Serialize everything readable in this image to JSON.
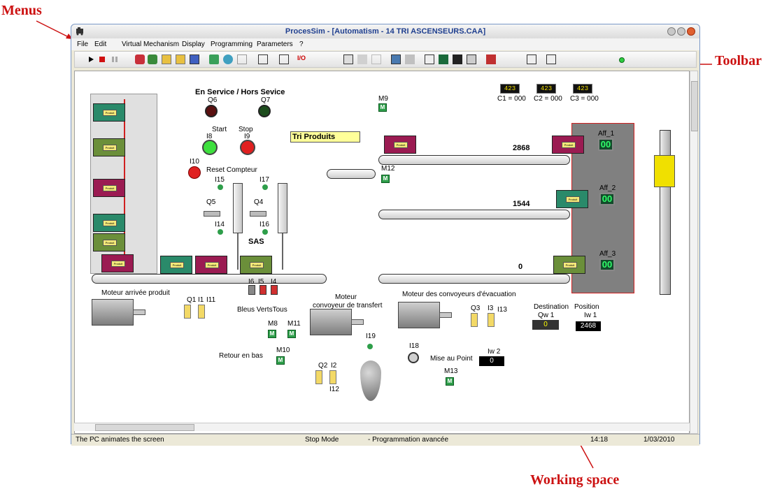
{
  "annotations": {
    "menus": "Menus",
    "toolbar": "Toolbar",
    "working_space": "Working space"
  },
  "window": {
    "title": "ProcesSim - [Automatism - 14 TRI ASCENSEURS.CAA]"
  },
  "menu": {
    "items": [
      "File",
      "Edit",
      "Virtual Mechanism",
      "Display",
      "Programming",
      "Parameters",
      "?"
    ]
  },
  "workspace": {
    "title_service": "En Service /  Hors Sevice",
    "tri_produits": "Tri Produits",
    "q6": "Q6",
    "q7": "Q7",
    "start": "Start",
    "stop": "Stop",
    "i8": "I8",
    "i9": "I9",
    "i10": "I10",
    "reset_compteur": "Reset Compteur",
    "i15": "I15",
    "i17": "I17",
    "q5": "Q5",
    "q4": "Q4",
    "i14": "I14",
    "i16": "I16",
    "sas": "SAS",
    "m9": "M9",
    "m12": "M12",
    "m8": "M8",
    "m11": "M11",
    "m10": "M10",
    "m13": "M13",
    "i6": "I6",
    "i5": "I5",
    "i4": "I4",
    "bleus_verts_tous": "Bleus  VertsTous",
    "moteur_arrivee": "Moteur arrivée produit",
    "q1": "Q1",
    "i1": "I1",
    "i11": "I11",
    "moteur_transfert_1": "Moteur",
    "moteur_transfert_2": "convoyeur de transfert",
    "moteur_evac": "Moteur des convoyeurs d'évacuation",
    "q3": "Q3",
    "i3": "I3",
    "i13": "I13",
    "retour_en_bas": "Retour en bas",
    "q2": "Q2",
    "i2": "I2",
    "i12": "I12",
    "i19": "I19",
    "i18": "I18",
    "mise_au_point": "Mise au Point",
    "destination": "Destination",
    "position": "Position",
    "qw1": "Qw 1",
    "qw1_value": "0",
    "iw1": "Iw 1",
    "iw1_value": "2468",
    "iw2": "Iw 2",
    "iw2_value": "0",
    "c1": "C1 = 000",
    "c2": "C2 = 000",
    "c3": "C3 = 000",
    "counter_display": "423",
    "aff1": "Aff_1",
    "aff2": "Aff_2",
    "aff3": "Aff_3",
    "aff_value": "00",
    "conv1_count": "2868",
    "conv2_count": "1544",
    "conv3_count": "0",
    "pkg_label": "Produit"
  },
  "status": {
    "message": "The PC animates the screen",
    "mode": "Stop Mode",
    "programming": "- Programmation avancée",
    "time": "14:18",
    "date": "1/03/2010"
  },
  "colors": {
    "annotation": "#cc1111",
    "title_text": "#1f3f8f",
    "package_magenta": "#9b1b52",
    "package_green": "#6b8f3a",
    "package_teal": "#2a8a6a"
  }
}
